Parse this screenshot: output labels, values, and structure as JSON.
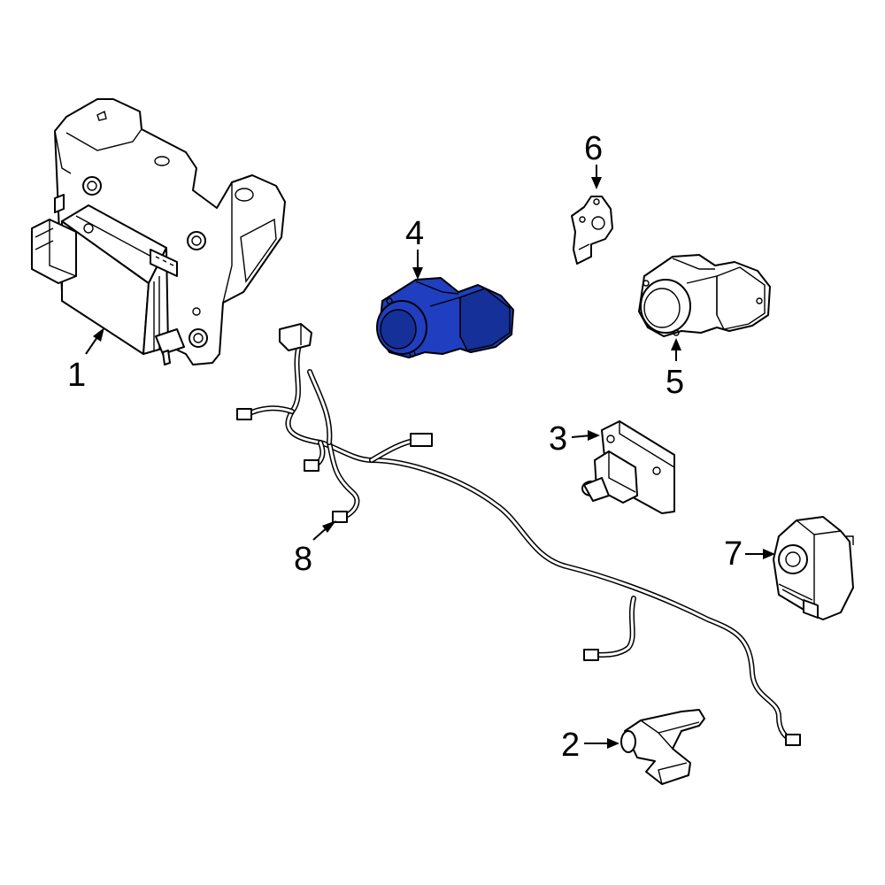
{
  "diagram": {
    "highlight_color": "#1f3fc0",
    "callouts": [
      {
        "id": "1",
        "label": "1"
      },
      {
        "id": "2",
        "label": "2"
      },
      {
        "id": "3",
        "label": "3"
      },
      {
        "id": "4",
        "label": "4"
      },
      {
        "id": "5",
        "label": "5"
      },
      {
        "id": "6",
        "label": "6"
      },
      {
        "id": "7",
        "label": "7"
      },
      {
        "id": "8",
        "label": "8"
      }
    ]
  }
}
